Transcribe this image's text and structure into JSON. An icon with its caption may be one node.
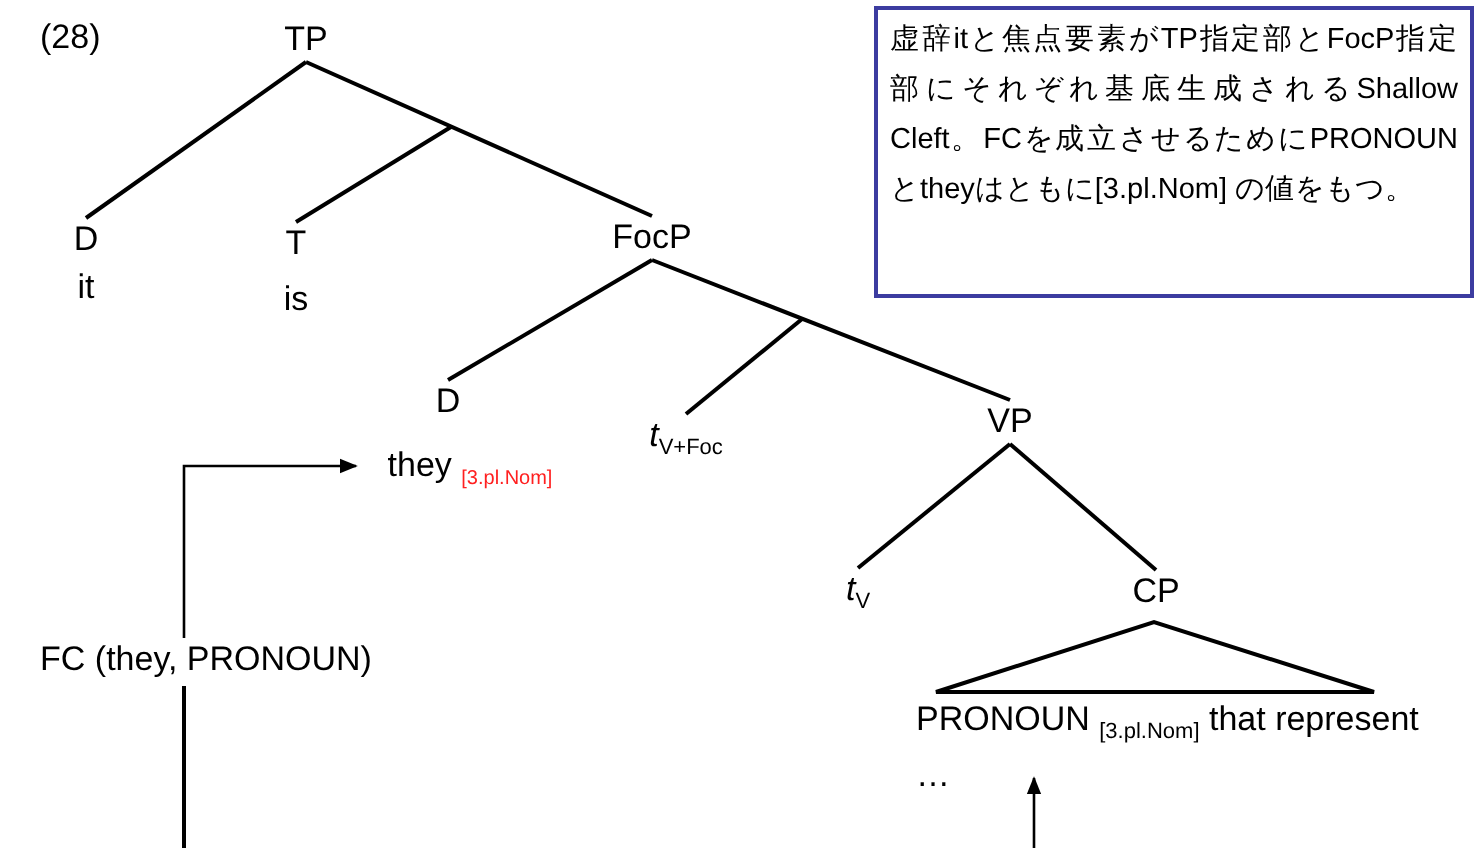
{
  "diagram": {
    "nodes": [
      {
        "text": [
          "TP"
        ]
      },
      {
        "text": [
          "D",
          "it"
        ]
      },
      {
        "text": [
          "T",
          "is"
        ]
      },
      {
        "text": [
          "FocP"
        ]
      },
      {
        "text": [
          "D"
        ]
      },
      {
        "text": [
          "they $_{[3.pl.Nom]}$"
        ]
      },
      {
        "text": [
          "*t*$_{V+Foc}$"
        ]
      },
      {
        "text": [
          "VP"
        ]
      },
      {
        "text": [
          "*t*$_{V}$"
        ]
      },
      {
        "text": [
          "CP"
        ]
      },
      {
        "text": [
          "PRONOUN $_{[3.pl.Nom]}$ that represent …"
        ]
      },
      {
        "text": [
          "FC (they, PRONOUN)"
        ]
      },
      {
        "text": [
          "虚辞itと焦点要素がTP指定部とFocP指定部にそれぞれ基底生成されるShallow Cleft。FCを成立させるためにPRONOUNとtheyはともに[3.pl.Nom] の値をもつ。"
        ]
      }
    ],
    "edges": [
      {
        "from": 0,
        "to": 1,
        "arrow": "none"
      },
      {
        "from": 0,
        "to": 3,
        "arrow": "none"
      },
      {
        "from": null,
        "to": 2,
        "arrow": "none"
      },
      {
        "from": 3,
        "to": 4,
        "arrow": "none"
      },
      {
        "from": 3,
        "to": 7,
        "arrow": "none"
      },
      {
        "from": null,
        "to": 6,
        "arrow": "none"
      },
      {
        "from": 7,
        "to": 8,
        "arrow": "none"
      },
      {
        "from": 7,
        "to": 9,
        "arrow": "none"
      },
      {
        "from": 11,
        "to": 5,
        "arrow": "to"
      },
      {
        "from": 11,
        "to": null,
        "arrow": "none"
      },
      {
        "from": null,
        "to": 10,
        "arrow": "to"
      }
    ],
    "labels": [
      "(28)"
    ]
  }
}
